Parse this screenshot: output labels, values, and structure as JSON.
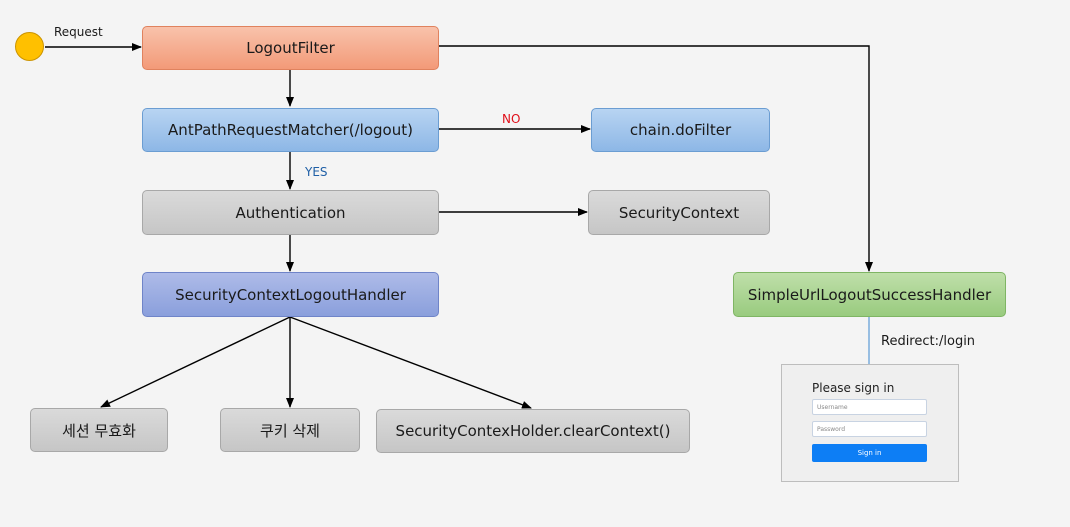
{
  "nodes": {
    "logout_filter": "LogoutFilter",
    "ant_path_matcher": "AntPathRequestMatcher(/logout)",
    "chain_do_filter": "chain.doFilter",
    "authentication": "Authentication",
    "security_context": "SecurityContext",
    "security_context_logout_handler": "SecurityContextLogoutHandler",
    "simple_url_logout_success_handler": "SimpleUrlLogoutSuccessHandler",
    "session_invalidate": "세션 무효화",
    "cookie_delete": "쿠키 삭제",
    "clear_context": "SecurityContexHolder.clearContext()"
  },
  "labels": {
    "request": "Request",
    "no": "NO",
    "yes": "YES",
    "redirect": "Redirect:/login"
  },
  "login_form": {
    "title": "Please sign in",
    "username_placeholder": "Username",
    "password_placeholder": "Password",
    "sign_in_label": "Sign in"
  },
  "colors": {
    "background": "#f4f4f4",
    "start_circle": "#ffc000",
    "no_label": "#e0101a",
    "yes_label": "#1f5fa6",
    "redirect_line": "#5a9ad6",
    "sign_in_button": "#0d7ef5"
  }
}
